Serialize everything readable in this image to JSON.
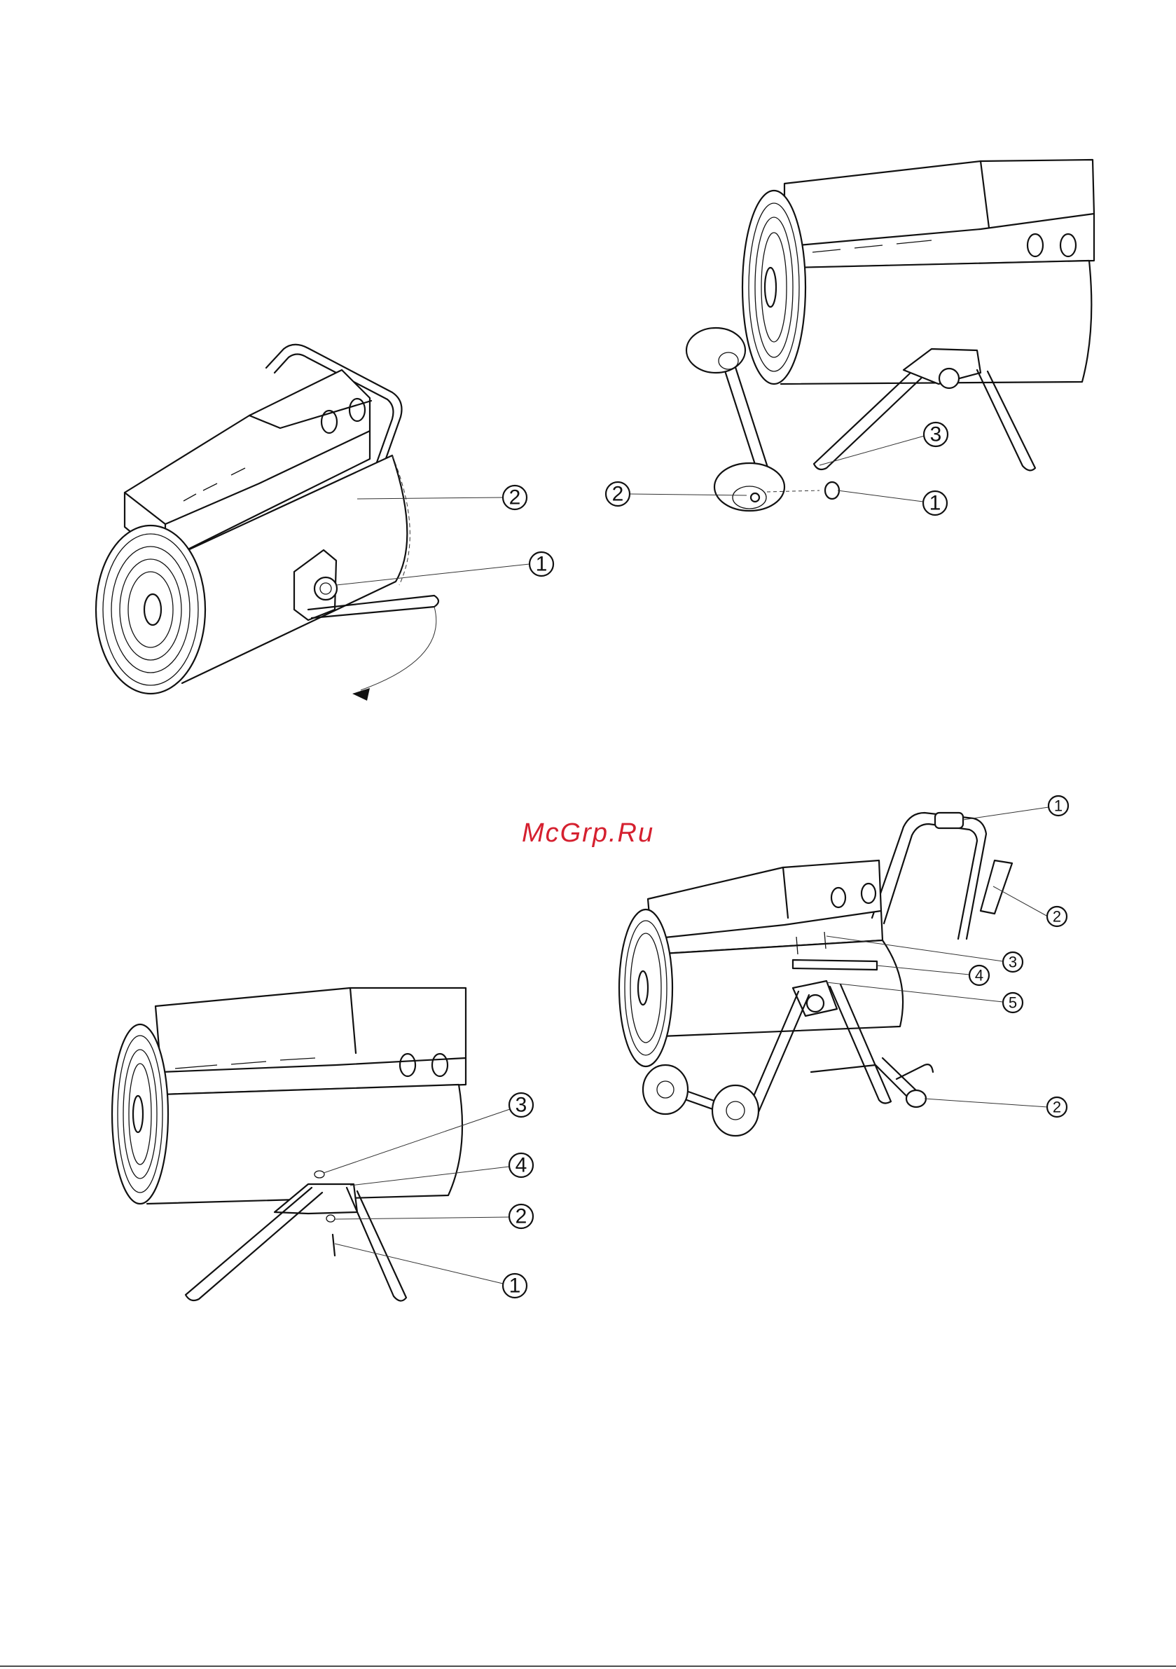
{
  "watermark": "McGrp.Ru",
  "footer": "",
  "figures": [
    {
      "id": "fig-top-left",
      "callouts": [
        "1",
        "2"
      ]
    },
    {
      "id": "fig-top-right",
      "callouts": [
        "1",
        "2",
        "3"
      ]
    },
    {
      "id": "fig-bottom-left",
      "callouts": [
        "1",
        "2",
        "3",
        "4"
      ]
    },
    {
      "id": "fig-bottom-right",
      "callouts": [
        "1",
        "2",
        "2",
        "3",
        "4",
        "5"
      ]
    }
  ]
}
